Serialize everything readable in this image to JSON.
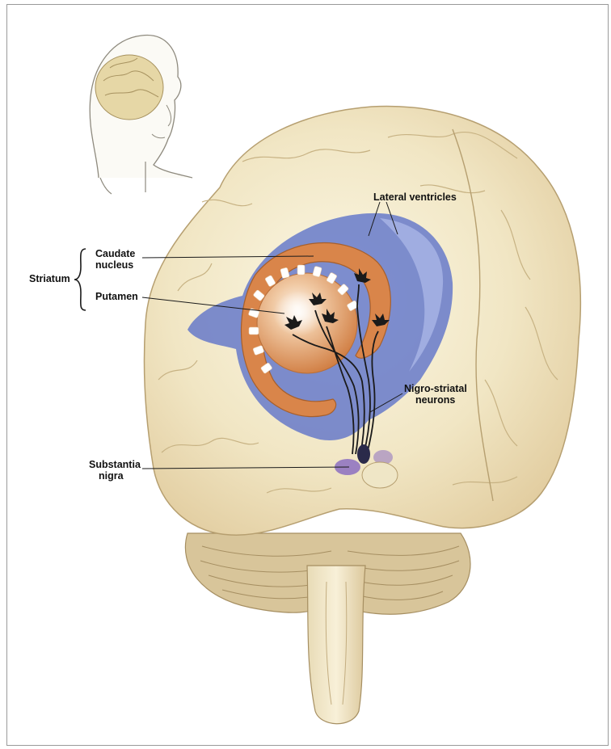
{
  "labels": {
    "lateral_ventricles": "Lateral ventricles",
    "striatum": "Striatum",
    "caudate_line1": "Caudate",
    "caudate_line2": "nucleus",
    "putamen": "Putamen",
    "nigro_line1": "Nigro-striatal",
    "nigro_line2": "neurons",
    "substantia_line1": "Substantia",
    "substantia_line2": "nigra"
  },
  "colors": {
    "brain": "#f1e6c4",
    "ventricle": "#5a6fc9",
    "striatum": "#d9854a",
    "neuron": "#1a1a1a",
    "substantia_nigra": "#8c6fc1"
  }
}
